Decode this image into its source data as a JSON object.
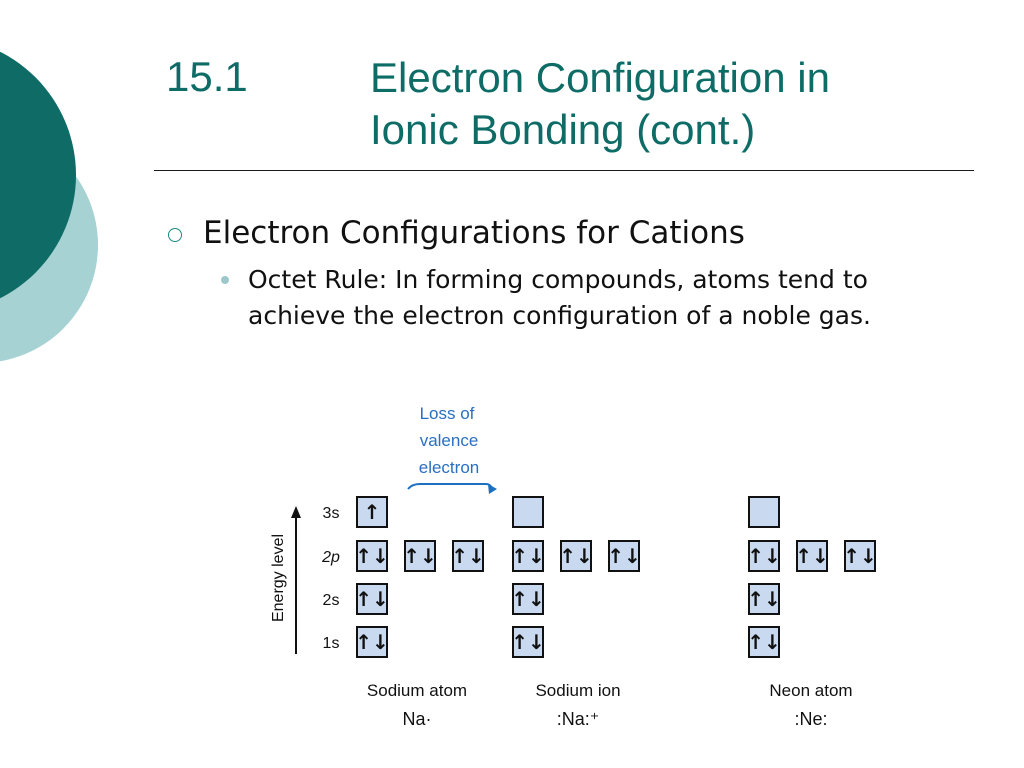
{
  "slide": {
    "title_number": "15.1",
    "title_line1": "Electron Configuration in",
    "title_line2": "Ionic Bonding (cont.)",
    "heading": "Electron Configurations for Cations",
    "body": "Octet Rule: In forming compounds, atoms tend to achieve the electron configuration of a noble gas."
  },
  "colors": {
    "title": "#0e6c66",
    "deco_dark": "#0e6b66",
    "deco_light": "#a6d2d3",
    "box_fill": "#c9d9ef",
    "arrow_label": "#2a6fc0"
  },
  "diagram": {
    "arrow_label_lines": [
      "Loss of",
      "valence",
      "electron"
    ],
    "axis_label": "Energy level",
    "levels": [
      "3s",
      "2p",
      "2s",
      "1s"
    ],
    "columns": [
      {
        "name": "Sodium atom",
        "symbol": "Na·",
        "orbitals": {
          "3s": [
            "↑"
          ],
          "2p": [
            "↑↓",
            "↑↓",
            "↑↓"
          ],
          "2s": [
            "↑↓"
          ],
          "1s": [
            "↑↓"
          ]
        }
      },
      {
        "name": "Sodium ion",
        "symbol": ":Na:⁺",
        "orbitals": {
          "3s": [
            ""
          ],
          "2p": [
            "↑↓",
            "↑↓",
            "↑↓"
          ],
          "2s": [
            "↑↓"
          ],
          "1s": [
            "↑↓"
          ]
        }
      },
      {
        "name": "Neon atom",
        "symbol": ":Ne:",
        "orbitals": {
          "3s": [
            ""
          ],
          "2p": [
            "↑↓",
            "↑↓",
            "↑↓"
          ],
          "2s": [
            "↑↓"
          ],
          "1s": [
            "↑↓"
          ]
        }
      }
    ]
  }
}
